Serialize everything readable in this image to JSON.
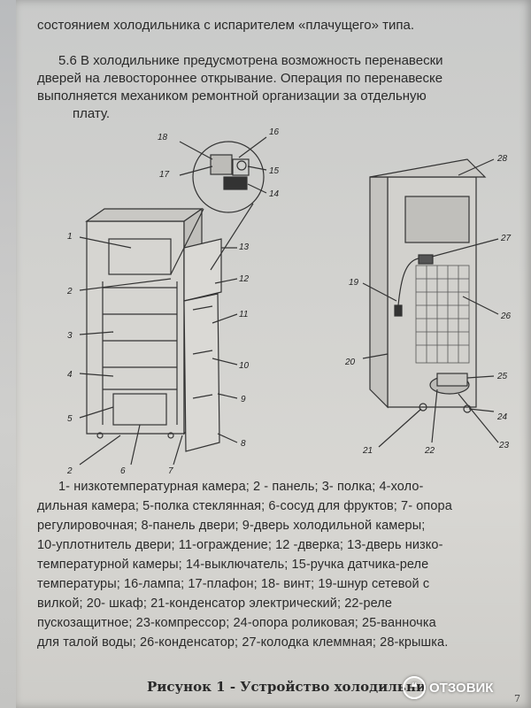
{
  "text": {
    "line_top": "состоянием холодильника  с испарителем «плачущего» типа.",
    "para_5_6": [
      "5.6 В холодильнике предусмотрена возможность перенавески",
      "дверей на левостороннее открывание. Операция по перенавеске",
      "выполняется механиком ремонтной организации за отдельную",
      "плату."
    ],
    "legend": [
      "1- низкотемпературная камера; 2 - панель; 3- полка; 4-холо-",
      "дильная камера; 5-полка стеклянная; 6-сосуд для фруктов; 7- опора",
      "регулировочная; 8-панель двери; 9-дверь холодильной камеры;",
      "10-уплотнитель двери; 11-ограждение; 12 -дверка; 13-дверь низко-",
      "температурной камеры; 14-выключатель; 15-ручка датчика-реле",
      "температуры; 16-лампа; 17-плафон; 18- винт; 19-шнур сетевой с",
      "вилкой; 20- шкаф; 21-конденсатор электрический; 22-реле",
      "пускозащитное; 23-компрессор; 24-опора роликовая; 25-ванночка",
      "для талой воды; 26-конденсатор; 27-колодка клеммная; 28-крышка."
    ],
    "caption": "Рисунок 1 - Устройство холодильни",
    "page_corner": "7"
  },
  "figure_labels": {
    "l1": "1",
    "l2a": "2",
    "l3": "3",
    "l4": "4",
    "l5": "5",
    "l2b": "2",
    "l6": "6",
    "l7": "7",
    "l8": "8",
    "l9": "9",
    "l10": "10",
    "l11": "11",
    "l12": "12",
    "l13": "13",
    "l14": "14",
    "l15": "15",
    "l16": "16",
    "l17": "17",
    "l18": "18",
    "l19": "19",
    "l20": "20",
    "l21": "21",
    "l22": "22",
    "l23": "23",
    "l24": "24",
    "l25": "25",
    "l26": "26",
    "l27": "27",
    "l28": "28"
  },
  "watermark": {
    "icon": "otzovik-quote-icon",
    "glyph": "❝",
    "label": "ОТЗОВИК"
  }
}
